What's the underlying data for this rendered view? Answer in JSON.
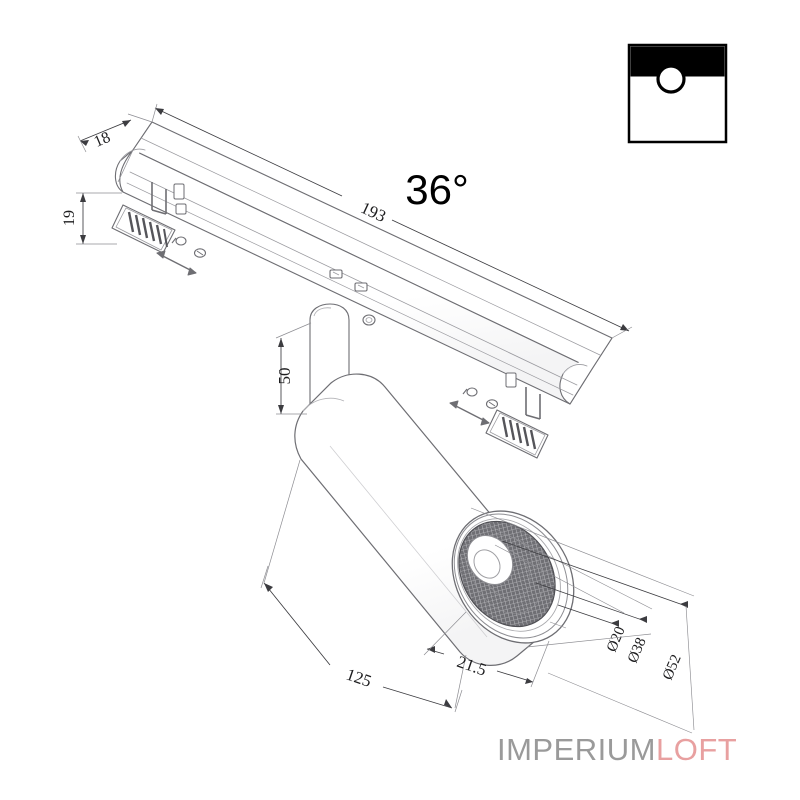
{
  "drawing": {
    "title": "magnetic track spotlight technical drawing",
    "beam_angle_label": "36°",
    "dimensions": {
      "track_length": "193",
      "end_width": "18",
      "end_height": "19",
      "stem_height": "50",
      "body_length": "125",
      "lens_recess": "21.5",
      "diameter_inner": "Ø20",
      "diameter_mid": "Ø38",
      "diameter_outer": "Ø52"
    },
    "colors": {
      "line": "#6e6e73",
      "line_light": "#9b9ba0",
      "reflector_dark": "#5a5a5f",
      "background": "#ffffff",
      "icon_black": "#000000",
      "watermark_gray": "#9a9a9a",
      "watermark_pink": "#e8a0a0"
    }
  },
  "thumbnail": {
    "name": "product-silhouette-icon",
    "description": "square with black top band and circle"
  },
  "watermark": {
    "part_one": "IMPERIUM",
    "part_two": "LOFT"
  }
}
